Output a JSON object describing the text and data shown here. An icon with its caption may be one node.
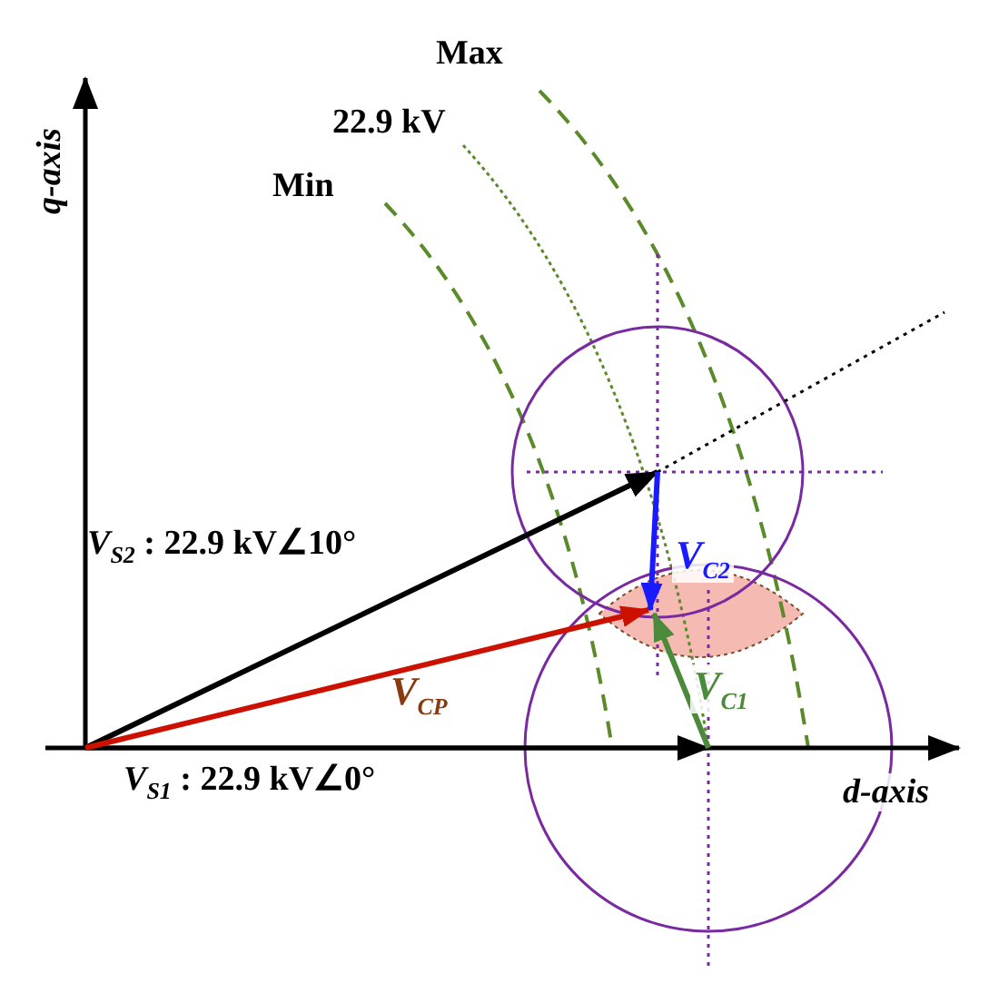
{
  "diagram": {
    "labels": [
      "Max",
      "22.9 kV",
      "Min",
      "q-axis",
      "*V*$_{S2}$ : 22.9 kV∠10°",
      "*V*$_{C2}$",
      "*V*$_{CP}$",
      "*V*$_{C1}$",
      "*V*$_{S1}$ : 22.9 kV∠0°",
      "d-axis"
    ]
  }
}
